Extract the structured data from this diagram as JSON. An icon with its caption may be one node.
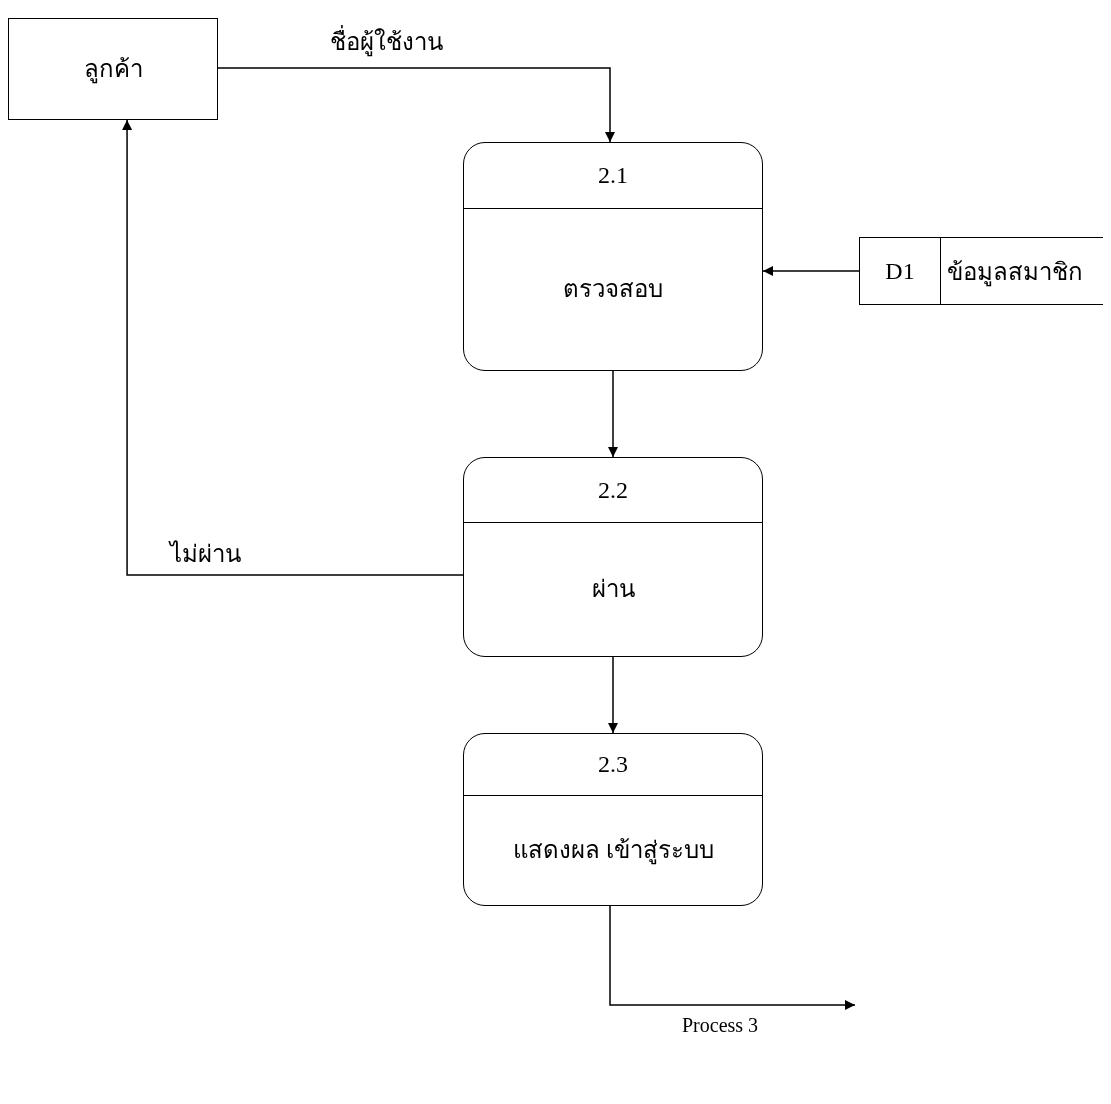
{
  "diagram": {
    "nodes": [
      {
        "text": [
          "ลูกค้า"
        ]
      },
      {
        "text": [
          "2.1",
          "ตรวจสอบ"
        ]
      },
      {
        "text": [
          "D1",
          "ข้อมูลสมาชิก"
        ]
      },
      {
        "text": [
          "2.2",
          "ผ่าน"
        ]
      },
      {
        "text": [
          "2.3",
          "แสดงผล เข้าสู่ระบบ"
        ]
      }
    ],
    "edges": [
      {
        "from": 0,
        "to": 1,
        "arrow": "to",
        "label": "ชื่อผู้ใช้งาน"
      },
      {
        "from": 2,
        "to": 1,
        "arrow": "to"
      },
      {
        "from": 1,
        "to": 3,
        "arrow": "to"
      },
      {
        "from": 3,
        "to": 0,
        "arrow": "to",
        "label": "ไม่ผ่าน"
      },
      {
        "from": 3,
        "to": 4,
        "arrow": "to"
      },
      {
        "from": 4,
        "to": null,
        "arrow": "to",
        "label": "Process 3"
      }
    ]
  }
}
